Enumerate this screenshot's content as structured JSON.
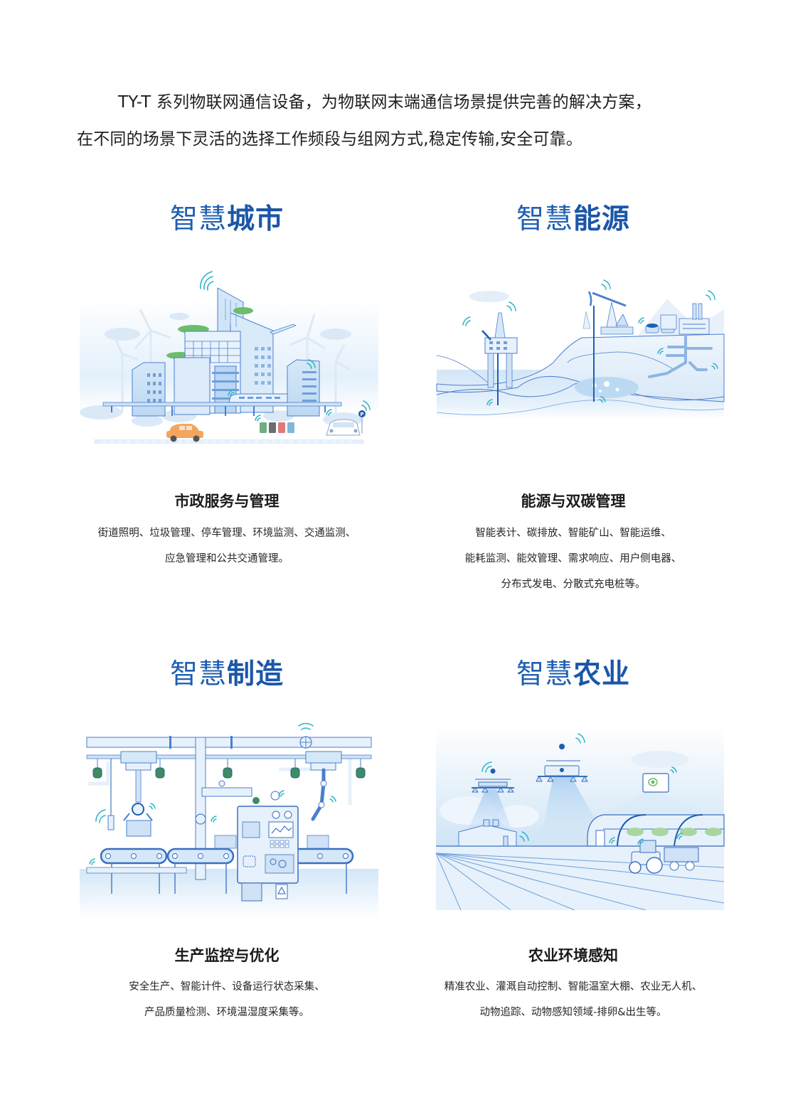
{
  "intro": {
    "line1": "TY-T 系列物联网通信设备，为物联网末端通信场景提供完善的解决方案，",
    "line2": "在不同的场景下灵活的选择工作频段与组网方式,稳定传输,安全可靠。"
  },
  "colors": {
    "title_blue": "#1f5fb0",
    "title_blue_bold": "#1b56a8",
    "text_dark": "#1a1a1a",
    "illustration_light_blue": "#cfe3f6",
    "illustration_line_blue": "#3a6fc0",
    "signal_teal": "#2fb3c8"
  },
  "sections": [
    {
      "id": "smart-city",
      "title_prefix": "智慧",
      "title_suffix": "城市",
      "illustration": "smart-city-illustration",
      "subtitle": "市政服务与管理",
      "desc_lines": [
        "街道照明、垃圾管理、停车管理、环境监测、交通监测、",
        "应急管理和公共交通管理。"
      ]
    },
    {
      "id": "smart-energy",
      "title_prefix": "智慧",
      "title_suffix": "能源",
      "illustration": "smart-energy-illustration",
      "subtitle": "能源与双碳管理",
      "desc_lines": [
        "智能表计、碳排放、智能矿山、智能运维、",
        "能耗监测、能效管理、需求响应、用户侧电器、",
        "分布式发电、分散式充电桩等。"
      ]
    },
    {
      "id": "smart-manufacturing",
      "title_prefix": "智慧",
      "title_suffix": "制造",
      "illustration": "smart-manufacturing-illustration",
      "subtitle": "生产监控与优化",
      "desc_lines": [
        "安全生产、智能计件、设备运行状态采集、",
        "产品质量检测、环境温湿度采集等。"
      ]
    },
    {
      "id": "smart-agriculture",
      "title_prefix": "智慧",
      "title_suffix": "农业",
      "illustration": "smart-agriculture-illustration",
      "subtitle": "农业环境感知",
      "desc_lines": [
        "精准农业、灌溉自动控制、智能温室大棚、农业无人机、",
        "动物追踪、动物感知领域-排卵&出生等。"
      ]
    }
  ],
  "illustration_labels": {
    "parking_sign": "P"
  }
}
